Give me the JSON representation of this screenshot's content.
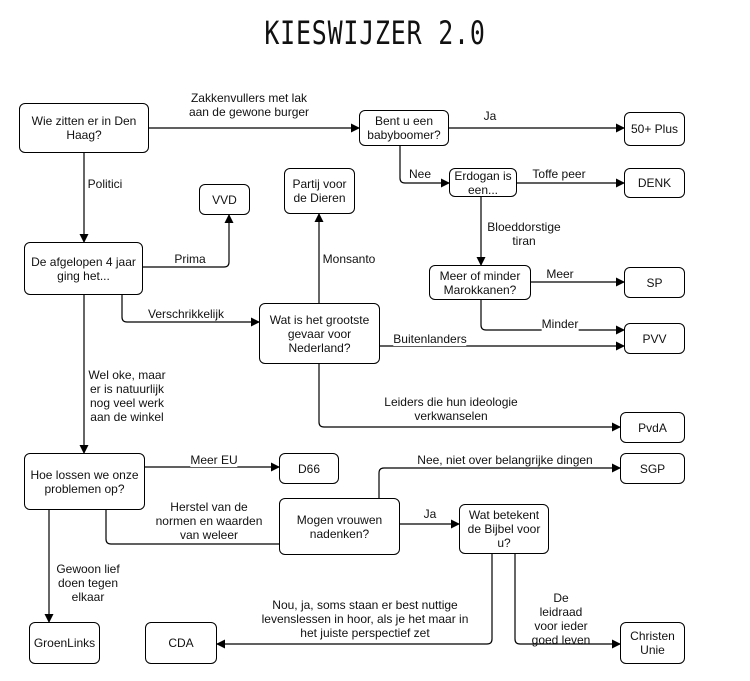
{
  "title": "KIESWIJZER 2.0",
  "nodes": {
    "wie": "Wie zitten er in Den Haag?",
    "babyboomer": "Bent u een babyboomer?",
    "plus50": "50+ Plus",
    "erdogan": "Erdogan is een...",
    "denk": "DENK",
    "vvd": "VVD",
    "pvdd": "Partij voor de Dieren",
    "afgelopen": "De afgelopen 4 jaar ging het...",
    "marokkanen": "Meer of minder Marokkanen?",
    "sp": "SP",
    "gevaar": "Wat is het grootste gevaar voor Nederland?",
    "pvv": "PVV",
    "pvda": "PvdA",
    "problemen": "Hoe lossen we onze problemen op?",
    "d66": "D66",
    "sgp": "SGP",
    "vrouwen": "Mogen vrouwen nadenken?",
    "bijbel": "Wat betekent de Bijbel voor u?",
    "groenlinks": "GroenLinks",
    "cda": "CDA",
    "christenunie": "Christen Unie"
  },
  "edges": {
    "zakkenvullers": "Zakkenvullers met lak\naan de gewone burger",
    "ja1": "Ja",
    "politici": "Politici",
    "nee": "Nee",
    "toffe_peer": "Toffe peer",
    "bloeddorstige": "Bloeddorstige\ntiran",
    "prima": "Prima",
    "monsanto": "Monsanto",
    "meer": "Meer",
    "verschrikkelijk": "Verschrikkelijk",
    "minder": "Minder",
    "buitenlanders": "Buitenlanders",
    "wel_oke": "Wel oke, maar\ner is natuurlijk\nnog veel werk\naan de winkel",
    "leiders": "Leiders die hun ideologie\nverkwanselen",
    "meer_eu": "Meer EU",
    "nee_niet": "Nee, niet over belangrijke dingen",
    "herstel": "Herstel van de\nnormen en waarden\nvan weleer",
    "ja2": "Ja",
    "gewoon_lief": "Gewoon lief\ndoen tegen\nelkaar",
    "nou_ja": "Nou, ja, soms staan er best nuttige\nlevenslessen in hoor, als je het maar in\nhet juiste perspectief zet",
    "leidraad": "De\nleidraad\nvoor ieder\ngoed leven"
  }
}
